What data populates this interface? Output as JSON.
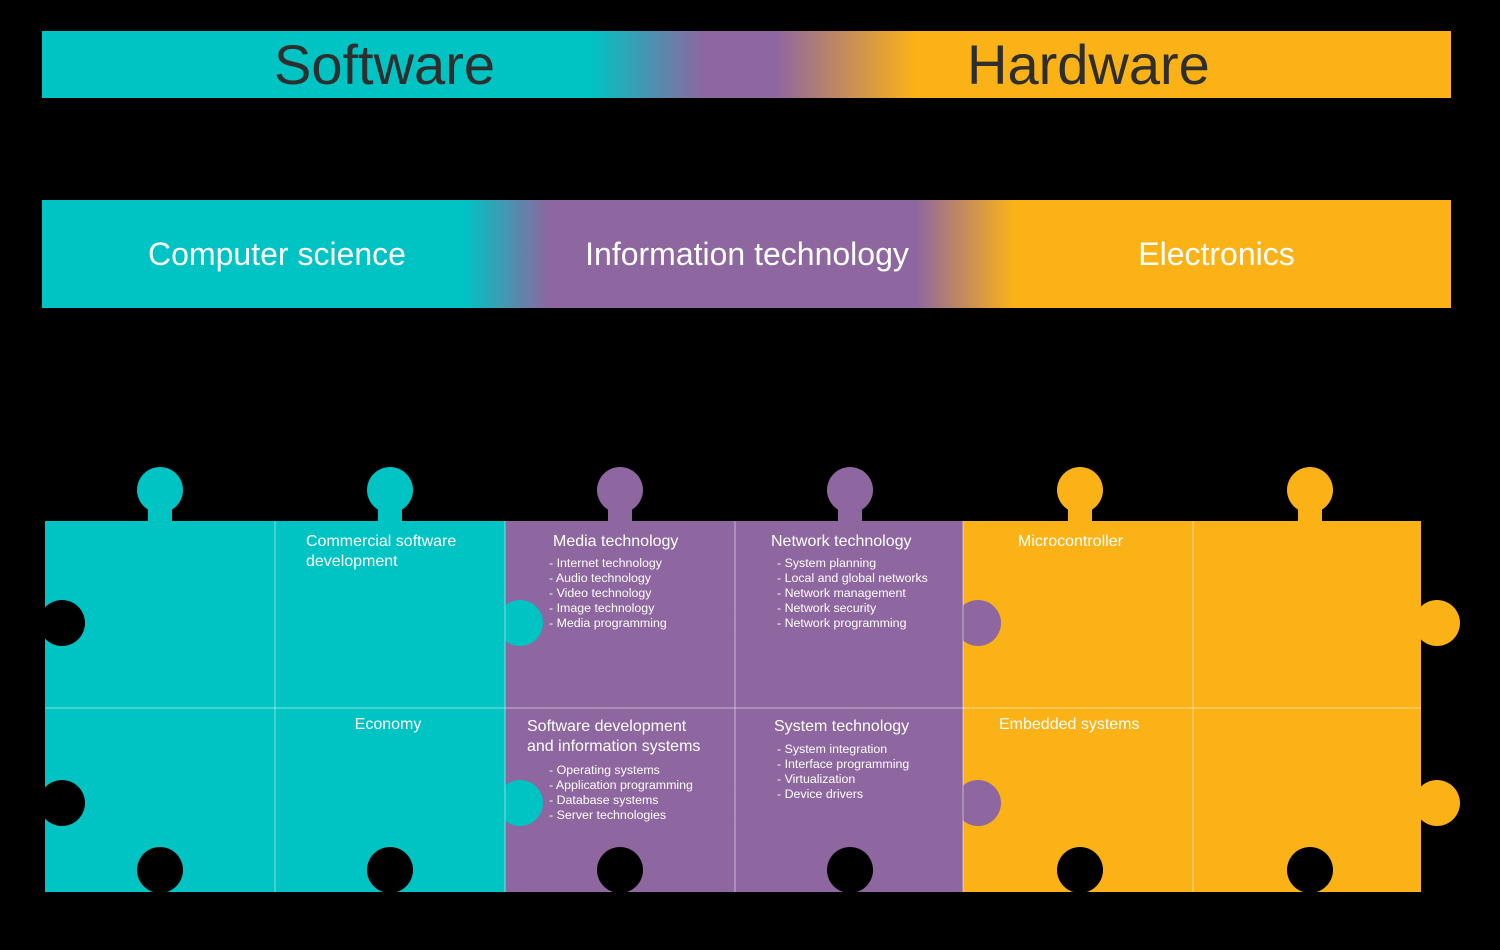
{
  "top_band": {
    "left_label": "Software",
    "right_label": "Hardware"
  },
  "mid_band": {
    "left_label": "Computer science",
    "center_label": "Information technology",
    "right_label": "Electronics"
  },
  "colors": {
    "teal": "#00c3c3",
    "purple": "#8e66a0",
    "amber": "#fbb216",
    "background": "#000000"
  },
  "pieces": {
    "commercial": {
      "title_line1": "Commercial software",
      "title_line2": "development"
    },
    "economy": {
      "title": "Economy"
    },
    "media": {
      "title": "Media technology",
      "items": [
        "Internet technology",
        "Audio technology",
        "Video technology",
        "Image technology",
        "Media programming"
      ]
    },
    "network": {
      "title": "Network technology",
      "items": [
        "System planning",
        "Local and global networks",
        "Network management",
        "Network security",
        "Network programming"
      ]
    },
    "software_dev": {
      "title_line1": "Software development",
      "title_line2": "and information systems",
      "items": [
        "Operating systems",
        "Application programming",
        "Database systems",
        "Server technologies"
      ]
    },
    "system_tech": {
      "title": "System technology",
      "items": [
        "System integration",
        "Interface programming",
        "Virtualization",
        "Device drivers"
      ]
    },
    "microcontroller": {
      "title": "Microcontroller"
    },
    "embedded": {
      "title": "Embedded systems"
    }
  }
}
